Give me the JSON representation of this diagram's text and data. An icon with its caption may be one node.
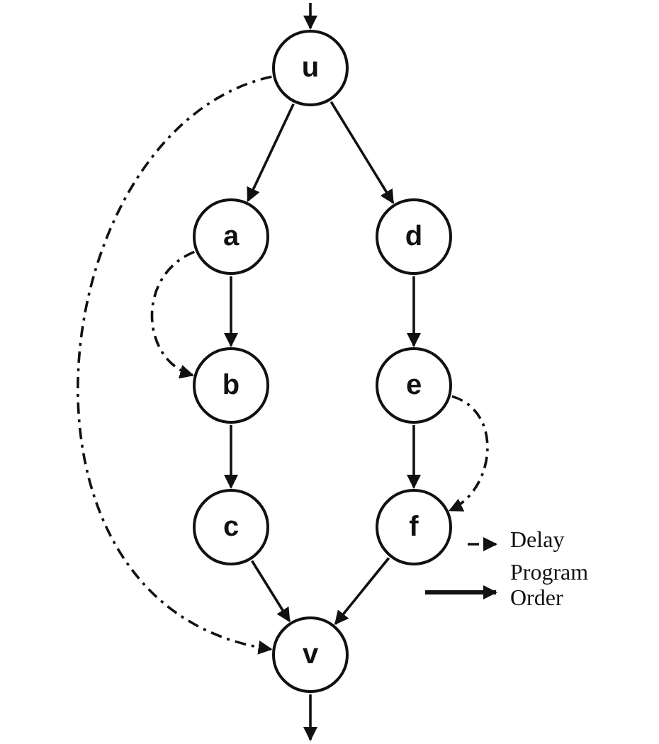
{
  "diagram": {
    "nodes": [
      {
        "text": [
          "u"
        ]
      },
      {
        "text": [
          "a"
        ]
      },
      {
        "text": [
          "d"
        ]
      },
      {
        "text": [
          "b"
        ]
      },
      {
        "text": [
          "e"
        ]
      },
      {
        "text": [
          "c"
        ]
      },
      {
        "text": [
          "f"
        ]
      },
      {
        "text": [
          "v"
        ]
      }
    ],
    "edges": [
      {
        "from": null,
        "to": 0,
        "arrow": "to"
      },
      {
        "from": 0,
        "to": 1,
        "arrow": "to"
      },
      {
        "from": 0,
        "to": 2,
        "arrow": "to"
      },
      {
        "from": 1,
        "to": 3,
        "arrow": "to"
      },
      {
        "from": 3,
        "to": 5,
        "arrow": "to"
      },
      {
        "from": 2,
        "to": 4,
        "arrow": "to"
      },
      {
        "from": 4,
        "to": 6,
        "arrow": "to"
      },
      {
        "from": 5,
        "to": 7,
        "arrow": "to"
      },
      {
        "from": 6,
        "to": 7,
        "arrow": "to"
      },
      {
        "from": 7,
        "to": null,
        "arrow": "to"
      },
      {
        "from": 0,
        "to": 7,
        "arrow": "to",
        "style": "dashed"
      },
      {
        "from": 1,
        "to": 3,
        "arrow": "to",
        "style": "dashed"
      },
      {
        "from": 4,
        "to": 6,
        "arrow": "to",
        "style": "dashed"
      }
    ],
    "legend": [
      {
        "text": "Delay"
      },
      {
        "text": "Program Order"
      }
    ]
  }
}
